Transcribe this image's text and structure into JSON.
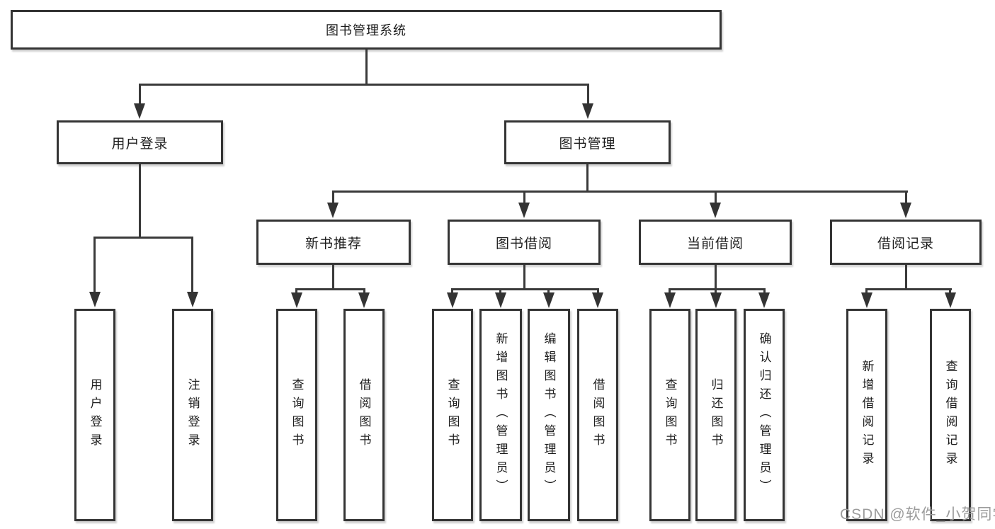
{
  "tree": {
    "label": "图书管理系统",
    "children": [
      {
        "label": "用户登录",
        "children": [
          {
            "label": "用户登录"
          },
          {
            "label": "注销登录"
          }
        ]
      },
      {
        "label": "图书管理",
        "children": [
          {
            "label": "新书推荐",
            "children": [
              {
                "label": "查询图书"
              },
              {
                "label": "借阅图书"
              }
            ]
          },
          {
            "label": "图书借阅",
            "children": [
              {
                "label": "查询图书"
              },
              {
                "label": "新增图书（管理员）"
              },
              {
                "label": "编辑图书（管理员）"
              },
              {
                "label": "借阅图书"
              }
            ]
          },
          {
            "label": "当前借阅",
            "children": [
              {
                "label": "查询图书"
              },
              {
                "label": "归还图书"
              },
              {
                "label": "确认归还（管理员）"
              }
            ]
          },
          {
            "label": "借阅记录",
            "children": [
              {
                "label": "新增借阅记录"
              },
              {
                "label": "查询借阅记录"
              }
            ]
          }
        ]
      }
    ]
  },
  "watermark": {
    "text": "CSDN @软件_小贺同学"
  },
  "colors": {
    "background": "#ffffff",
    "box_border": "#343434",
    "line": "#3a3a3a",
    "text": "#1d1d1d",
    "watermark": "#9c9c9c"
  }
}
